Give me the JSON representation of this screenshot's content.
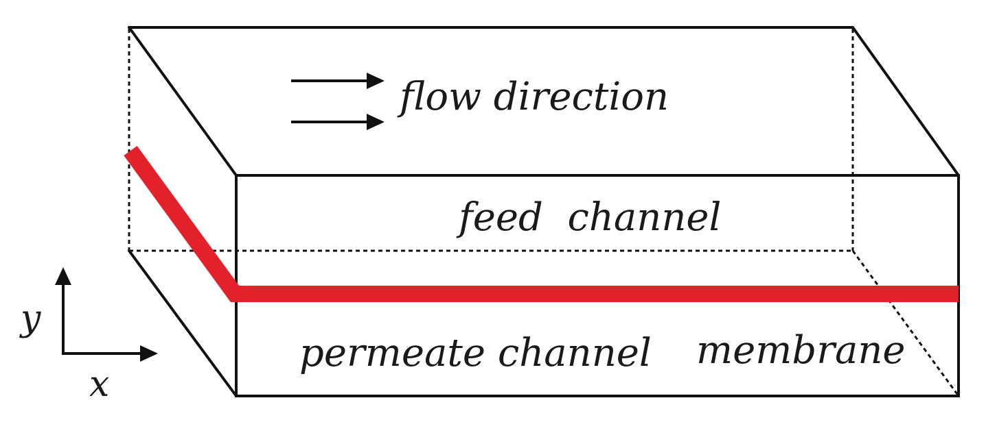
{
  "labels": {
    "flow_direction": "flow direction",
    "feed_channel": "feed  channel",
    "permeate_channel": "permeate channel",
    "membrane": "membrane"
  },
  "axes": {
    "x": "x",
    "y": "y"
  },
  "colors": {
    "membrane": "#e3212b",
    "outline": "#111111"
  }
}
